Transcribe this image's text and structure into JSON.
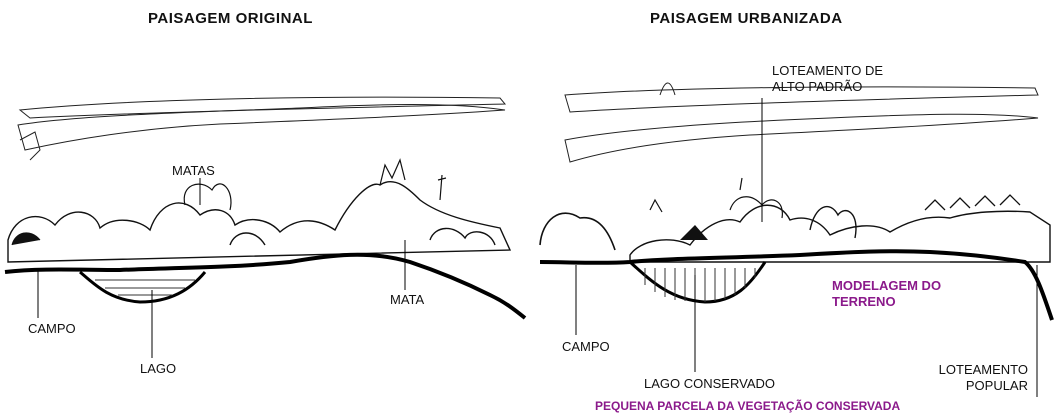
{
  "left": {
    "title": "PAISAGEM ORIGINAL",
    "labels": {
      "matas": "MATAS",
      "mata": "MATA",
      "campo": "CAMPO",
      "lago": "LAGO"
    }
  },
  "right": {
    "title": "PAISAGEM URBANIZADA",
    "labels": {
      "loteamento_alto_line1": "LOTEAMENTO DE",
      "loteamento_alto_line2": "ALTO PADRÃO",
      "modelagem_line1": "MODELAGEM DO",
      "modelagem_line2": "TERRENO",
      "campo": "CAMPO",
      "lago_conservado": "LAGO CONSERVADO",
      "loteamento_popular_line1": "LOTEAMENTO",
      "loteamento_popular_line2": "POPULAR",
      "vegetacao": "PEQUENA PARCELA DA VEGETAÇÃO CONSERVADA"
    }
  },
  "colors": {
    "ink": "#111111",
    "accent": "#8b1a8b"
  }
}
